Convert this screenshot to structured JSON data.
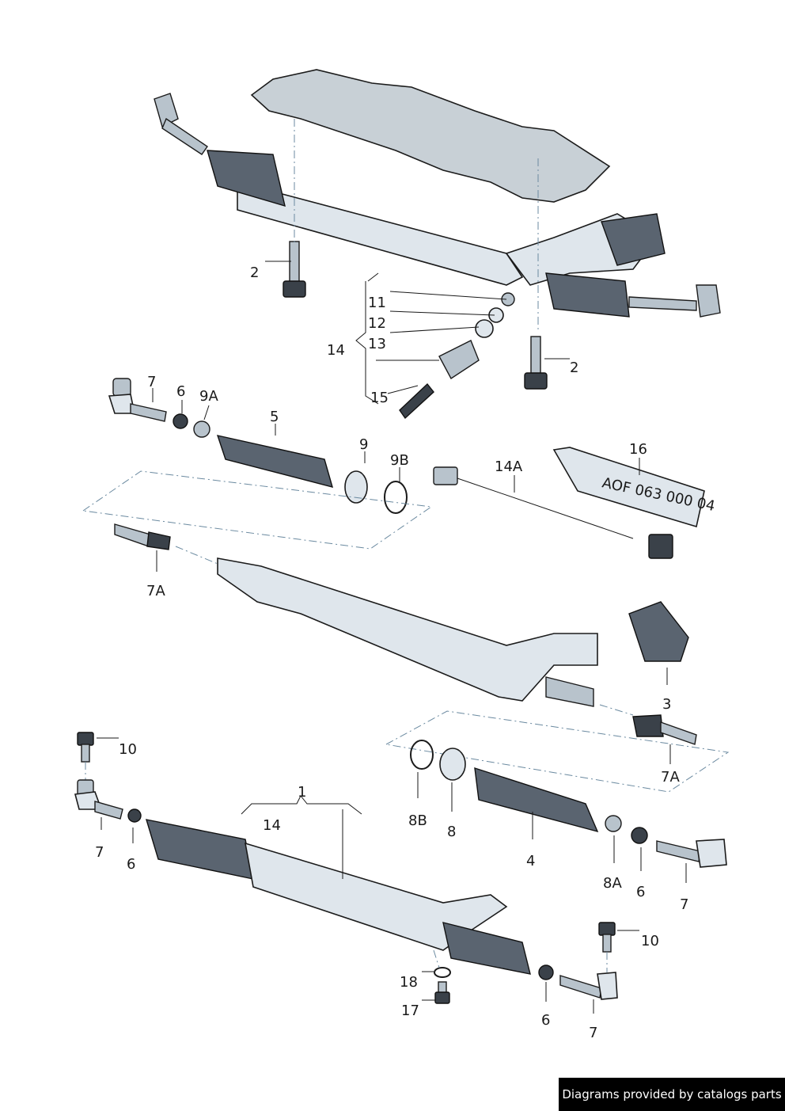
{
  "footer": {
    "credit": "Diagrams provided by catalogs parts"
  },
  "callouts": {
    "c1": "1",
    "c2a": "2",
    "c2b": "2",
    "c3": "3",
    "c4": "4",
    "c5": "5",
    "c6a": "6",
    "c6b": "6",
    "c6c": "6",
    "c6d": "6",
    "c7a": "7",
    "c7b": "7",
    "c7c": "7",
    "c7d": "7",
    "c7A_a": "7A",
    "c7A_b": "7A",
    "c8": "8",
    "c8A": "8A",
    "c8B": "8B",
    "c9": "9",
    "c9A": "9A",
    "c9B": "9B",
    "c10a": "10",
    "c10b": "10",
    "c11": "11",
    "c12": "12",
    "c13": "13",
    "c14a": "14",
    "c14b": "14",
    "c14A": "14A",
    "c15": "15",
    "c16": "16",
    "c17": "17",
    "c18": "18"
  },
  "tube_print": "AOF 063 000 04"
}
